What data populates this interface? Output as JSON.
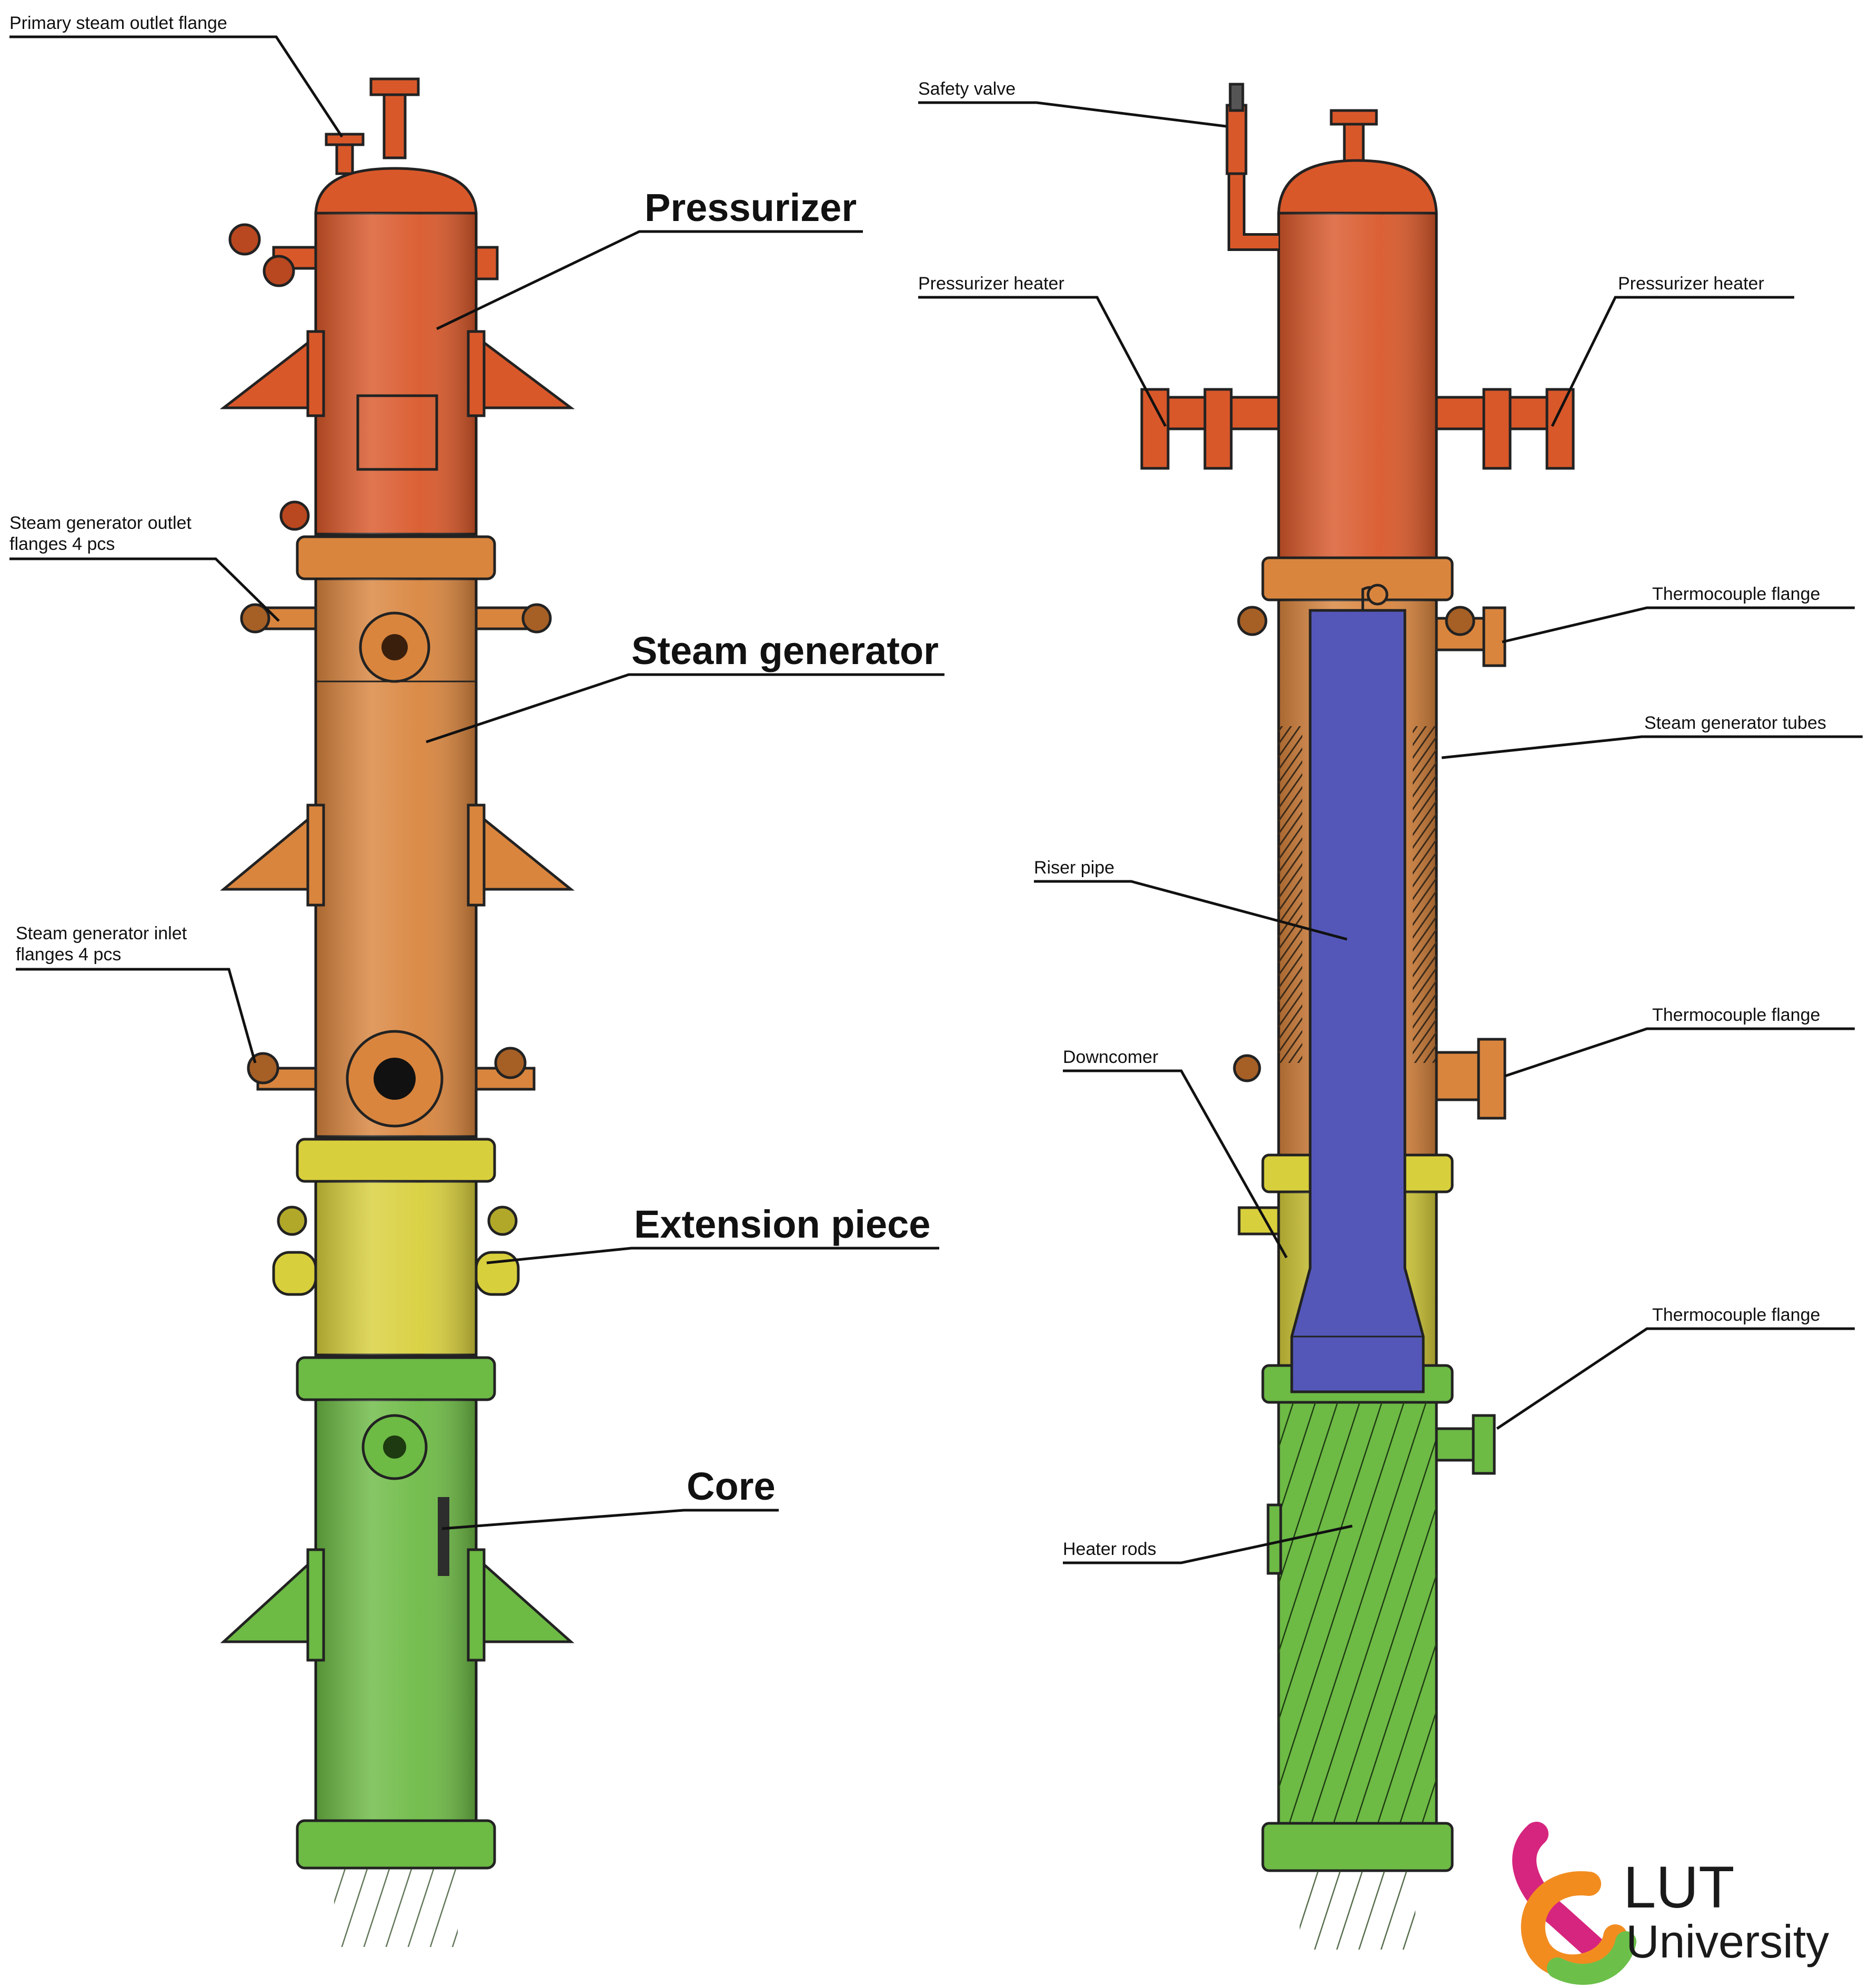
{
  "colors": {
    "pressurizer": "#d9582a",
    "steam_generator": "#d9853e",
    "extension_piece": "#d8cf3c",
    "core": "#6dba45",
    "riser": "#5457b8",
    "ink": "#111111",
    "logo_orange": "#f28c1f",
    "logo_red": "#e5243b",
    "logo_green": "#6cc04a",
    "logo_magenta": "#d6257e"
  },
  "labels": {
    "pressurizer": "Pressurizer",
    "steam_generator": "Steam generator",
    "extension_piece": "Extension piece",
    "core": "Core",
    "primary_steam_outlet": "Primary steam outlet flange",
    "sg_outlet_line1": "Steam generator outlet",
    "sg_outlet_line2": "flanges 4 pcs",
    "sg_inlet_line1": "Steam generator inlet",
    "sg_inlet_line2": "flanges 4 pcs",
    "safety_valve": "Safety valve",
    "pressurizer_heater_left": "Pressurizer heater",
    "pressurizer_heater_right": "Pressurizer heater",
    "thermocouple_1": "Thermocouple flange",
    "sg_tubes": "Steam generator tubes",
    "riser_pipe": "Riser pipe",
    "thermocouple_2": "Thermocouple flange",
    "downcomer": "Downcomer",
    "thermocouple_3": "Thermocouple flange",
    "heater_rods": "Heater rods"
  },
  "logo": {
    "line1": "LUT",
    "line2": "University"
  }
}
